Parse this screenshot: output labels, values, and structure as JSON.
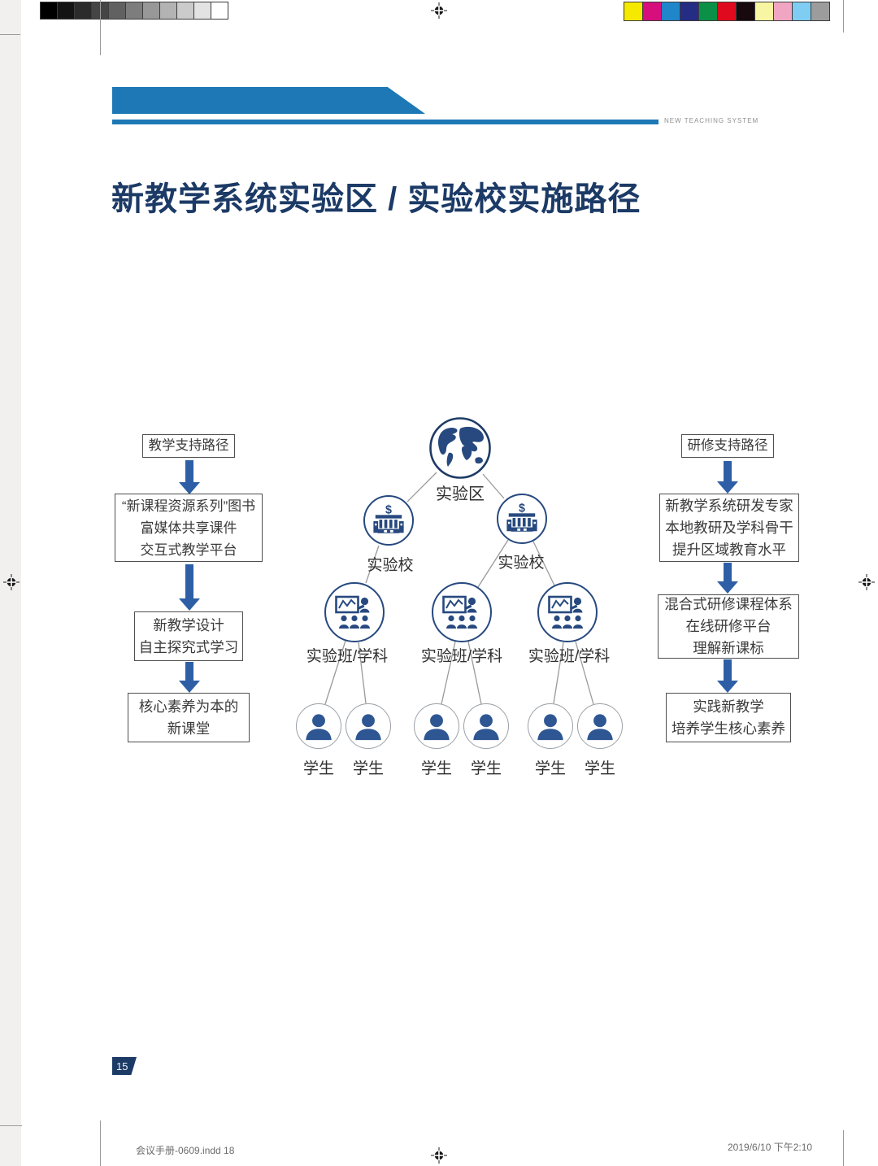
{
  "header": {
    "tagline": "NEW TEACHING SYSTEM",
    "title": "新教学系统实验区 / 实验校实施路径"
  },
  "left_flow": {
    "title": "教学支持路径",
    "steps": [
      {
        "lines": [
          "“新课程资源系列”图书",
          "富媒体共享课件",
          "交互式教学平台"
        ]
      },
      {
        "lines": [
          "新教学设计",
          "自主探究式学习"
        ]
      },
      {
        "lines": [
          "核心素养为本的",
          "新课堂"
        ]
      }
    ]
  },
  "right_flow": {
    "title": "研修支持路径",
    "steps": [
      {
        "lines": [
          "新教学系统研发专家",
          "本地教研及学科骨干",
          "提升区域教育水平"
        ]
      },
      {
        "lines": [
          "混合式研修课程体系",
          "在线研修平台",
          "理解新课标"
        ]
      },
      {
        "lines": [
          "实践新教学",
          "培养学生核心素养"
        ]
      }
    ]
  },
  "tree": {
    "root_label": "实验区",
    "school_labels": [
      "实验校",
      "实验校"
    ],
    "class_labels": [
      "实验班/学科",
      "实验班/学科",
      "实验班/学科"
    ],
    "student_labels": [
      "学生",
      "学生",
      "学生",
      "学生",
      "学生",
      "学生"
    ]
  },
  "footer": {
    "page_number": "15",
    "file_info": "会议手册-0609.indd   18",
    "datetime": "2019/6/10   下午2:10"
  },
  "print_marks": {
    "grayscale_bar": [
      "#000000",
      "#141414",
      "#2b2b2b",
      "#454545",
      "#616161",
      "#7d7d7d",
      "#989898",
      "#b3b3b3",
      "#cbcbcb",
      "#e3e3e3",
      "#ffffff"
    ],
    "color_bar": [
      "#f6e900",
      "#d60f7d",
      "#1f86c9",
      "#252c84",
      "#0a9147",
      "#e00a1e",
      "#18090e",
      "#f8f6a2",
      "#f0a6c2",
      "#7fcdf2",
      "#9c9c9c"
    ]
  },
  "colors": {
    "accent_blue": "#1d78b5",
    "title_navy": "#1c3a66",
    "arrow_blue": "#2e5fa6",
    "icon_navy": "#27497f"
  }
}
